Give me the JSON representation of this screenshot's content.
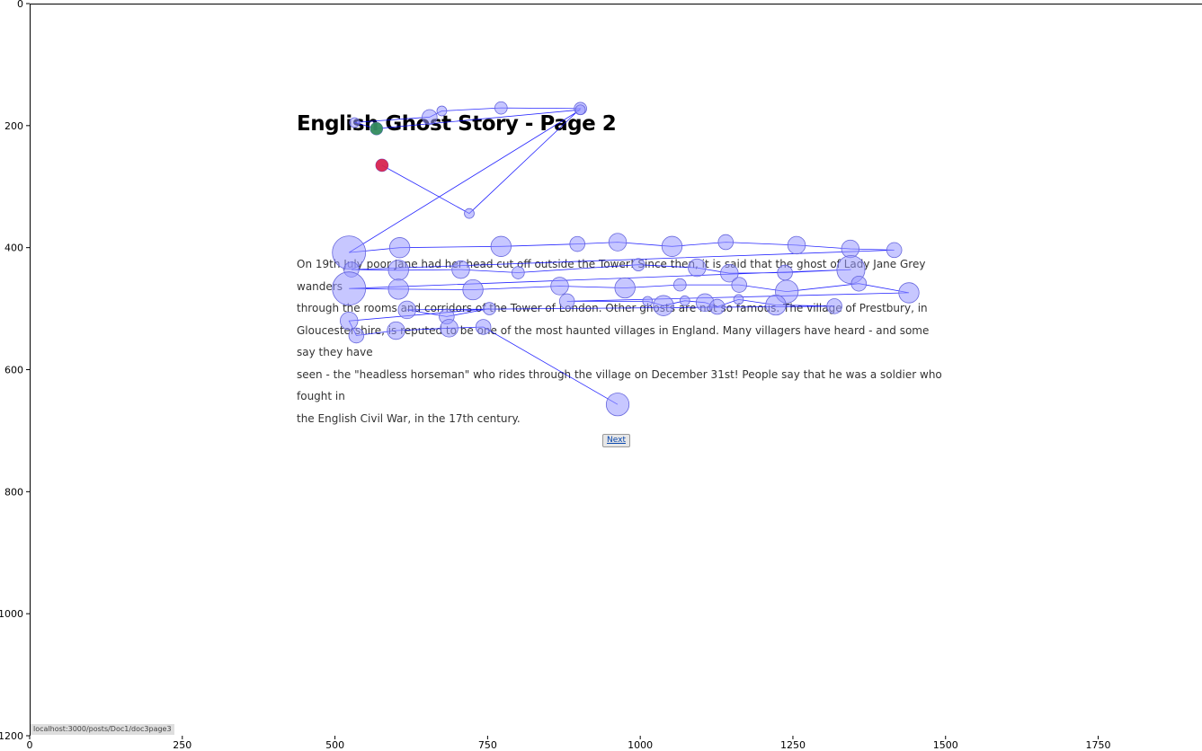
{
  "page": {
    "title": "English Ghost Story - Page 2",
    "story_lines": [
      "On 19th July poor Jane had her head cut off outside the Tower! Since then, it is said that the ghost of Lady Jane Grey wanders",
      "through the rooms and corridors of the Tower of London. Other ghosts are not so famous. The village of Prestbury, in",
      "Gloucestershire, is reputed to be one of the most haunted villages in England. Many villagers have heard - and some say they have",
      "seen - the \"headless horseman\" who rides through the village on December 31st! People say that he was a soldier who fought in",
      "the English Civil War, in the 17th century."
    ],
    "next_label": "Next",
    "status_url": "localhost:3000/posts/Doc1/doc3page3"
  },
  "chart_data": {
    "type": "scatter",
    "xlim": [
      0,
      1920
    ],
    "ylim": [
      1200,
      0
    ],
    "x_ticks": [
      0,
      250,
      500,
      750,
      1000,
      1250,
      1500,
      1750
    ],
    "y_ticks": [
      0,
      200,
      400,
      600,
      800,
      1000,
      1200
    ],
    "colors": {
      "fixation_fill": "#9999ff",
      "fixation_edge": "#6666dd",
      "path": "#0000ff",
      "start": "#2e8b57",
      "end": "#dc143c"
    },
    "start_point": {
      "x": 568,
      "y": 205
    },
    "end_point": {
      "x": 577,
      "y": 265
    },
    "fixations": [
      {
        "x": 577,
        "y": 265,
        "d": 2
      },
      {
        "x": 720,
        "y": 344,
        "d": 1
      },
      {
        "x": 902,
        "y": 172,
        "d": 2
      },
      {
        "x": 772,
        "y": 171,
        "d": 2
      },
      {
        "x": 675,
        "y": 176,
        "d": 1
      },
      {
        "x": 655,
        "y": 186,
        "d": 3
      },
      {
        "x": 532,
        "y": 195,
        "d": 1
      },
      {
        "x": 568,
        "y": 205,
        "d": 2
      },
      {
        "x": 902,
        "y": 174,
        "d": 1
      },
      {
        "x": 523,
        "y": 408,
        "d": 10
      },
      {
        "x": 606,
        "y": 400,
        "d": 5
      },
      {
        "x": 772,
        "y": 398,
        "d": 5
      },
      {
        "x": 897,
        "y": 394,
        "d": 3
      },
      {
        "x": 963,
        "y": 391,
        "d": 4
      },
      {
        "x": 1052,
        "y": 398,
        "d": 5
      },
      {
        "x": 1140,
        "y": 391,
        "d": 3
      },
      {
        "x": 1256,
        "y": 396,
        "d": 4
      },
      {
        "x": 1344,
        "y": 402,
        "d": 4
      },
      {
        "x": 1416,
        "y": 404,
        "d": 3
      },
      {
        "x": 527,
        "y": 436,
        "d": 3
      },
      {
        "x": 604,
        "y": 437,
        "d": 5
      },
      {
        "x": 706,
        "y": 436,
        "d": 4
      },
      {
        "x": 800,
        "y": 441,
        "d": 2
      },
      {
        "x": 997,
        "y": 428,
        "d": 2
      },
      {
        "x": 1093,
        "y": 433,
        "d": 4
      },
      {
        "x": 1146,
        "y": 442,
        "d": 4
      },
      {
        "x": 1237,
        "y": 441,
        "d": 3
      },
      {
        "x": 1345,
        "y": 436,
        "d": 8
      },
      {
        "x": 523,
        "y": 467,
        "d": 10
      },
      {
        "x": 604,
        "y": 468,
        "d": 5
      },
      {
        "x": 726,
        "y": 469,
        "d": 5
      },
      {
        "x": 868,
        "y": 463,
        "d": 4
      },
      {
        "x": 975,
        "y": 466,
        "d": 5
      },
      {
        "x": 1065,
        "y": 461,
        "d": 2
      },
      {
        "x": 1162,
        "y": 461,
        "d": 3
      },
      {
        "x": 1240,
        "y": 472,
        "d": 6
      },
      {
        "x": 1358,
        "y": 459,
        "d": 3
      },
      {
        "x": 1440,
        "y": 474,
        "d": 5
      },
      {
        "x": 880,
        "y": 488,
        "d": 3
      },
      {
        "x": 1012,
        "y": 488,
        "d": 1
      },
      {
        "x": 1038,
        "y": 495,
        "d": 5
      },
      {
        "x": 1073,
        "y": 487,
        "d": 1
      },
      {
        "x": 1106,
        "y": 490,
        "d": 4
      },
      {
        "x": 1126,
        "y": 497,
        "d": 3
      },
      {
        "x": 1161,
        "y": 485,
        "d": 1
      },
      {
        "x": 1222,
        "y": 494,
        "d": 5
      },
      {
        "x": 1318,
        "y": 496,
        "d": 3
      },
      {
        "x": 618,
        "y": 502,
        "d": 4
      },
      {
        "x": 683,
        "y": 513,
        "d": 3
      },
      {
        "x": 753,
        "y": 500,
        "d": 2
      },
      {
        "x": 523,
        "y": 520,
        "d": 4
      },
      {
        "x": 535,
        "y": 544,
        "d": 3
      },
      {
        "x": 600,
        "y": 536,
        "d": 4
      },
      {
        "x": 687,
        "y": 532,
        "d": 4
      },
      {
        "x": 743,
        "y": 530,
        "d": 3
      },
      {
        "x": 963,
        "y": 657,
        "d": 6
      }
    ]
  }
}
